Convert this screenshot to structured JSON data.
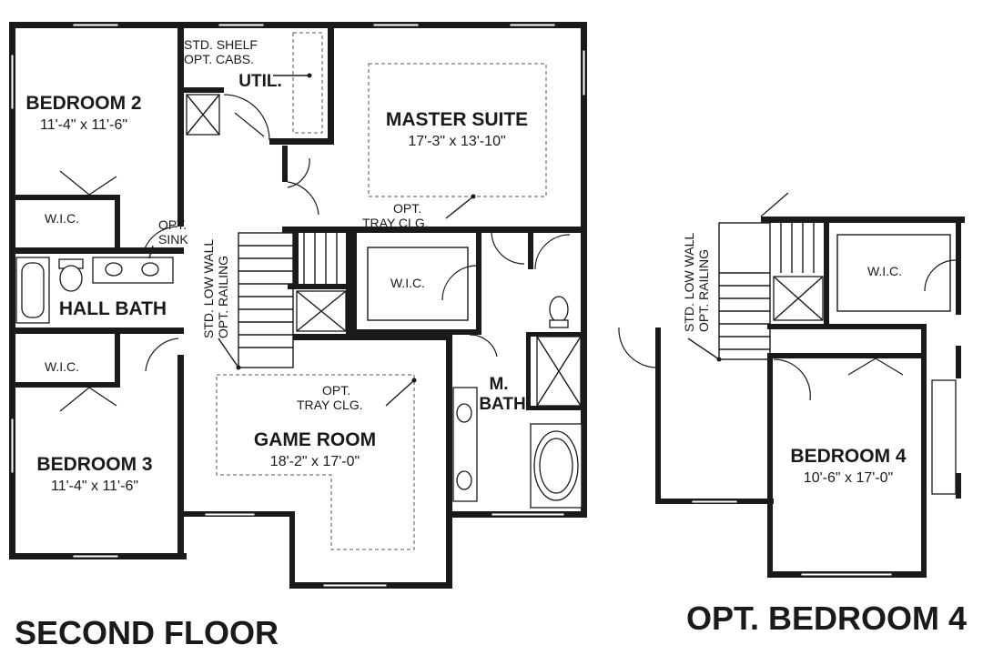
{
  "floor_title": "SECOND FLOOR",
  "option_title": "OPT. BEDROOM 4",
  "rooms": {
    "bedroom2": {
      "name": "BEDROOM 2",
      "dims": "11'-4\" x 11'-6\""
    },
    "bedroom3": {
      "name": "BEDROOM 3",
      "dims": "11'-4\" x 11'-6\""
    },
    "master_suite": {
      "name": "MASTER SUITE",
      "dims": "17'-3\" x 13'-10\""
    },
    "game_room": {
      "name": "GAME ROOM",
      "dims": "18'-2\" x 17'-0\""
    },
    "bedroom4": {
      "name": "BEDROOM 4",
      "dims": "10'-6\" x 17'-0\""
    },
    "hall_bath": {
      "name": "HALL BATH"
    },
    "util": {
      "name": "UTIL."
    },
    "m_bath": {
      "line1": "M.",
      "line2": "BATH"
    }
  },
  "labels": {
    "wic": "W.I.C.",
    "std_shelf": "STD. SHELF",
    "opt_cabs": "OPT. CABS.",
    "opt": "OPT.",
    "sink": "SINK",
    "tray_clg": "TRAY CLG.",
    "std_low_wall": "STD. LOW WALL",
    "opt_railing": "OPT. RAILING"
  }
}
